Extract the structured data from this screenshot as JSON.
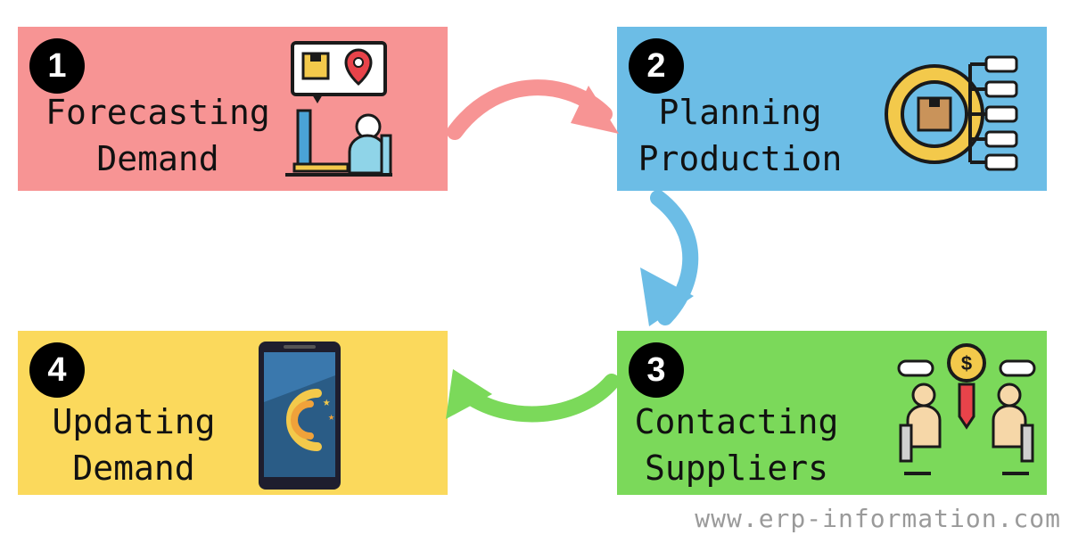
{
  "colors": {
    "step1": "#f79494",
    "step2": "#6cbde6",
    "step3": "#7bd95a",
    "step4": "#fbd95c"
  },
  "steps": [
    {
      "number": "1",
      "line1": "Forecasting",
      "line2": "Demand",
      "icon": "forecasting-monitor-icon"
    },
    {
      "number": "2",
      "line1": "Planning",
      "line2": "Production",
      "icon": "production-gear-icon"
    },
    {
      "number": "3",
      "line1": "Contacting",
      "line2": "Suppliers",
      "icon": "supplier-negotiation-icon"
    },
    {
      "number": "4",
      "line1": "Updating",
      "line2": "Demand",
      "icon": "mobile-app-icon"
    }
  ],
  "watermark": "www.erp-information.com"
}
